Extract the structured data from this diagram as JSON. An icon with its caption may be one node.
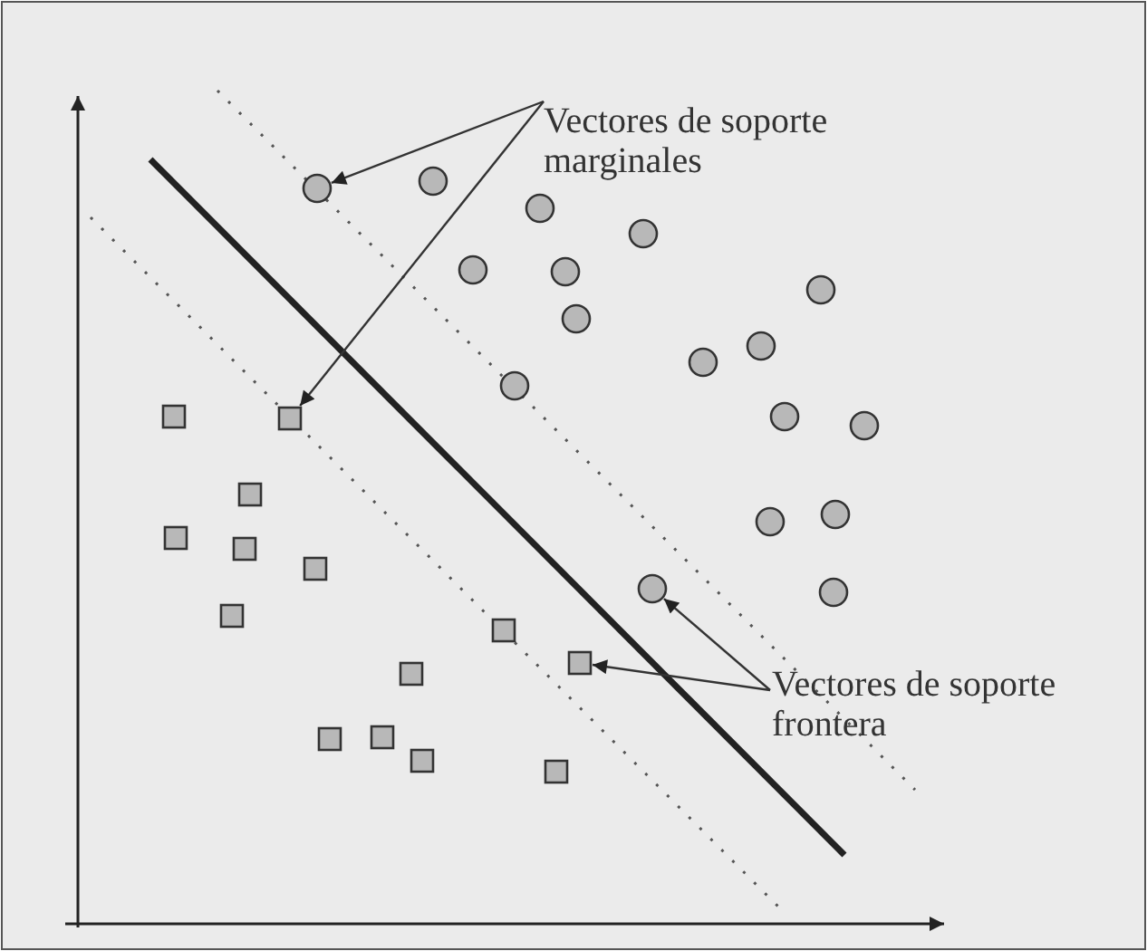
{
  "diagram": {
    "nodes": [
      {
        "text": [
          "Vectores de soporte marginales"
        ]
      },
      {
        "text": [],
        "shape": "circle"
      },
      {
        "text": [],
        "shape": "box"
      },
      {
        "text": [
          "Vectores de soporte frontera"
        ]
      },
      {
        "text": [],
        "shape": "circle"
      },
      {
        "text": [],
        "shape": "box"
      },
      {
        "text": [],
        "shape": "circle"
      },
      {
        "text": [],
        "shape": "circle"
      },
      {
        "text": [],
        "shape": "circle"
      },
      {
        "text": [],
        "shape": "circle"
      },
      {
        "text": [],
        "shape": "circle"
      },
      {
        "text": [],
        "shape": "circle"
      },
      {
        "text": [],
        "shape": "circle"
      },
      {
        "text": [],
        "shape": "circle"
      },
      {
        "text": [],
        "shape": "circle"
      },
      {
        "text": [],
        "shape": "circle"
      },
      {
        "text": [],
        "shape": "circle"
      },
      {
        "text": [],
        "shape": "circle"
      },
      {
        "text": [],
        "shape": "circle"
      },
      {
        "text": [],
        "shape": "circle"
      },
      {
        "text": [],
        "shape": "circle"
      },
      {
        "text": [],
        "shape": "box"
      },
      {
        "text": [],
        "shape": "box"
      },
      {
        "text": [],
        "shape": "box"
      },
      {
        "text": [],
        "shape": "box"
      },
      {
        "text": [],
        "shape": "box"
      },
      {
        "text": [],
        "shape": "box"
      },
      {
        "text": [],
        "shape": "box"
      },
      {
        "text": [],
        "shape": "box"
      },
      {
        "text": [],
        "shape": "box"
      },
      {
        "text": [],
        "shape": "box"
      },
      {
        "text": [],
        "shape": "box"
      },
      {
        "text": [],
        "shape": "box"
      }
    ],
    "edges": [
      {
        "from": 0,
        "to": 1,
        "arrow": "to"
      },
      {
        "from": 0,
        "to": 2,
        "arrow": "to"
      },
      {
        "from": 3,
        "to": 4,
        "arrow": "to"
      },
      {
        "from": 3,
        "to": 5,
        "arrow": "to"
      }
    ]
  }
}
